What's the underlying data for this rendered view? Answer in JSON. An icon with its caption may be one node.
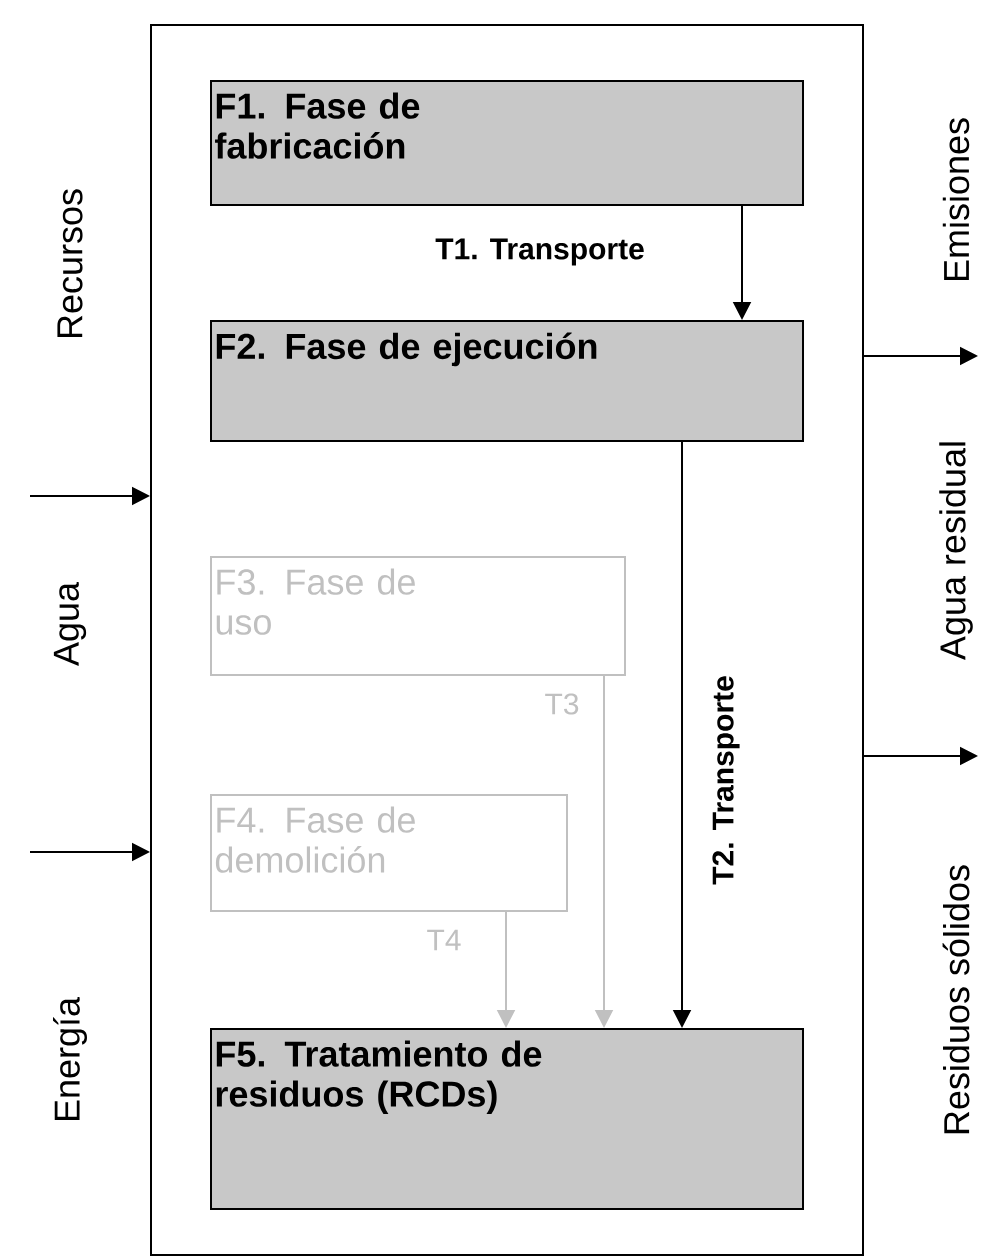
{
  "diagram": {
    "nodes": [
      {
        "text": [],
        "shape": "box"
      },
      {
        "text": [
          "F1. Fase de fabricación"
        ],
        "in": 0
      },
      {
        "text": [
          "F2. Fase de ejecución"
        ],
        "in": 0
      },
      {
        "text": [
          "F3. Fase de uso"
        ],
        "in": 0
      },
      {
        "text": [
          "F4. Fase de demolición"
        ],
        "in": 0
      },
      {
        "text": [
          "F5. Tratamiento de residuos (RCDs)"
        ],
        "in": 0
      }
    ],
    "edges": [
      {
        "from": 1,
        "to": 2,
        "arrow": "to",
        "label": "T1. Transporte"
      },
      {
        "from": 2,
        "to": 5,
        "arrow": "to",
        "label": "T2. Transporte"
      },
      {
        "from": 3,
        "to": 5,
        "arrow": "to",
        "label": "T3",
        "color": "#c0c0c0"
      },
      {
        "from": 4,
        "to": 5,
        "arrow": "to",
        "label": "T4",
        "color": "#c0c0c0"
      },
      {
        "from": null,
        "to": 0,
        "arrow": "to"
      },
      {
        "from": null,
        "to": 0,
        "arrow": "to"
      },
      {
        "from": 0,
        "to": null,
        "arrow": "to"
      },
      {
        "from": 0,
        "to": null,
        "arrow": "to"
      }
    ],
    "labels": [
      "Recursos",
      "Agua",
      "Energía",
      "Emisiones",
      "Agua residual",
      "Residuos sólidos"
    ]
  }
}
